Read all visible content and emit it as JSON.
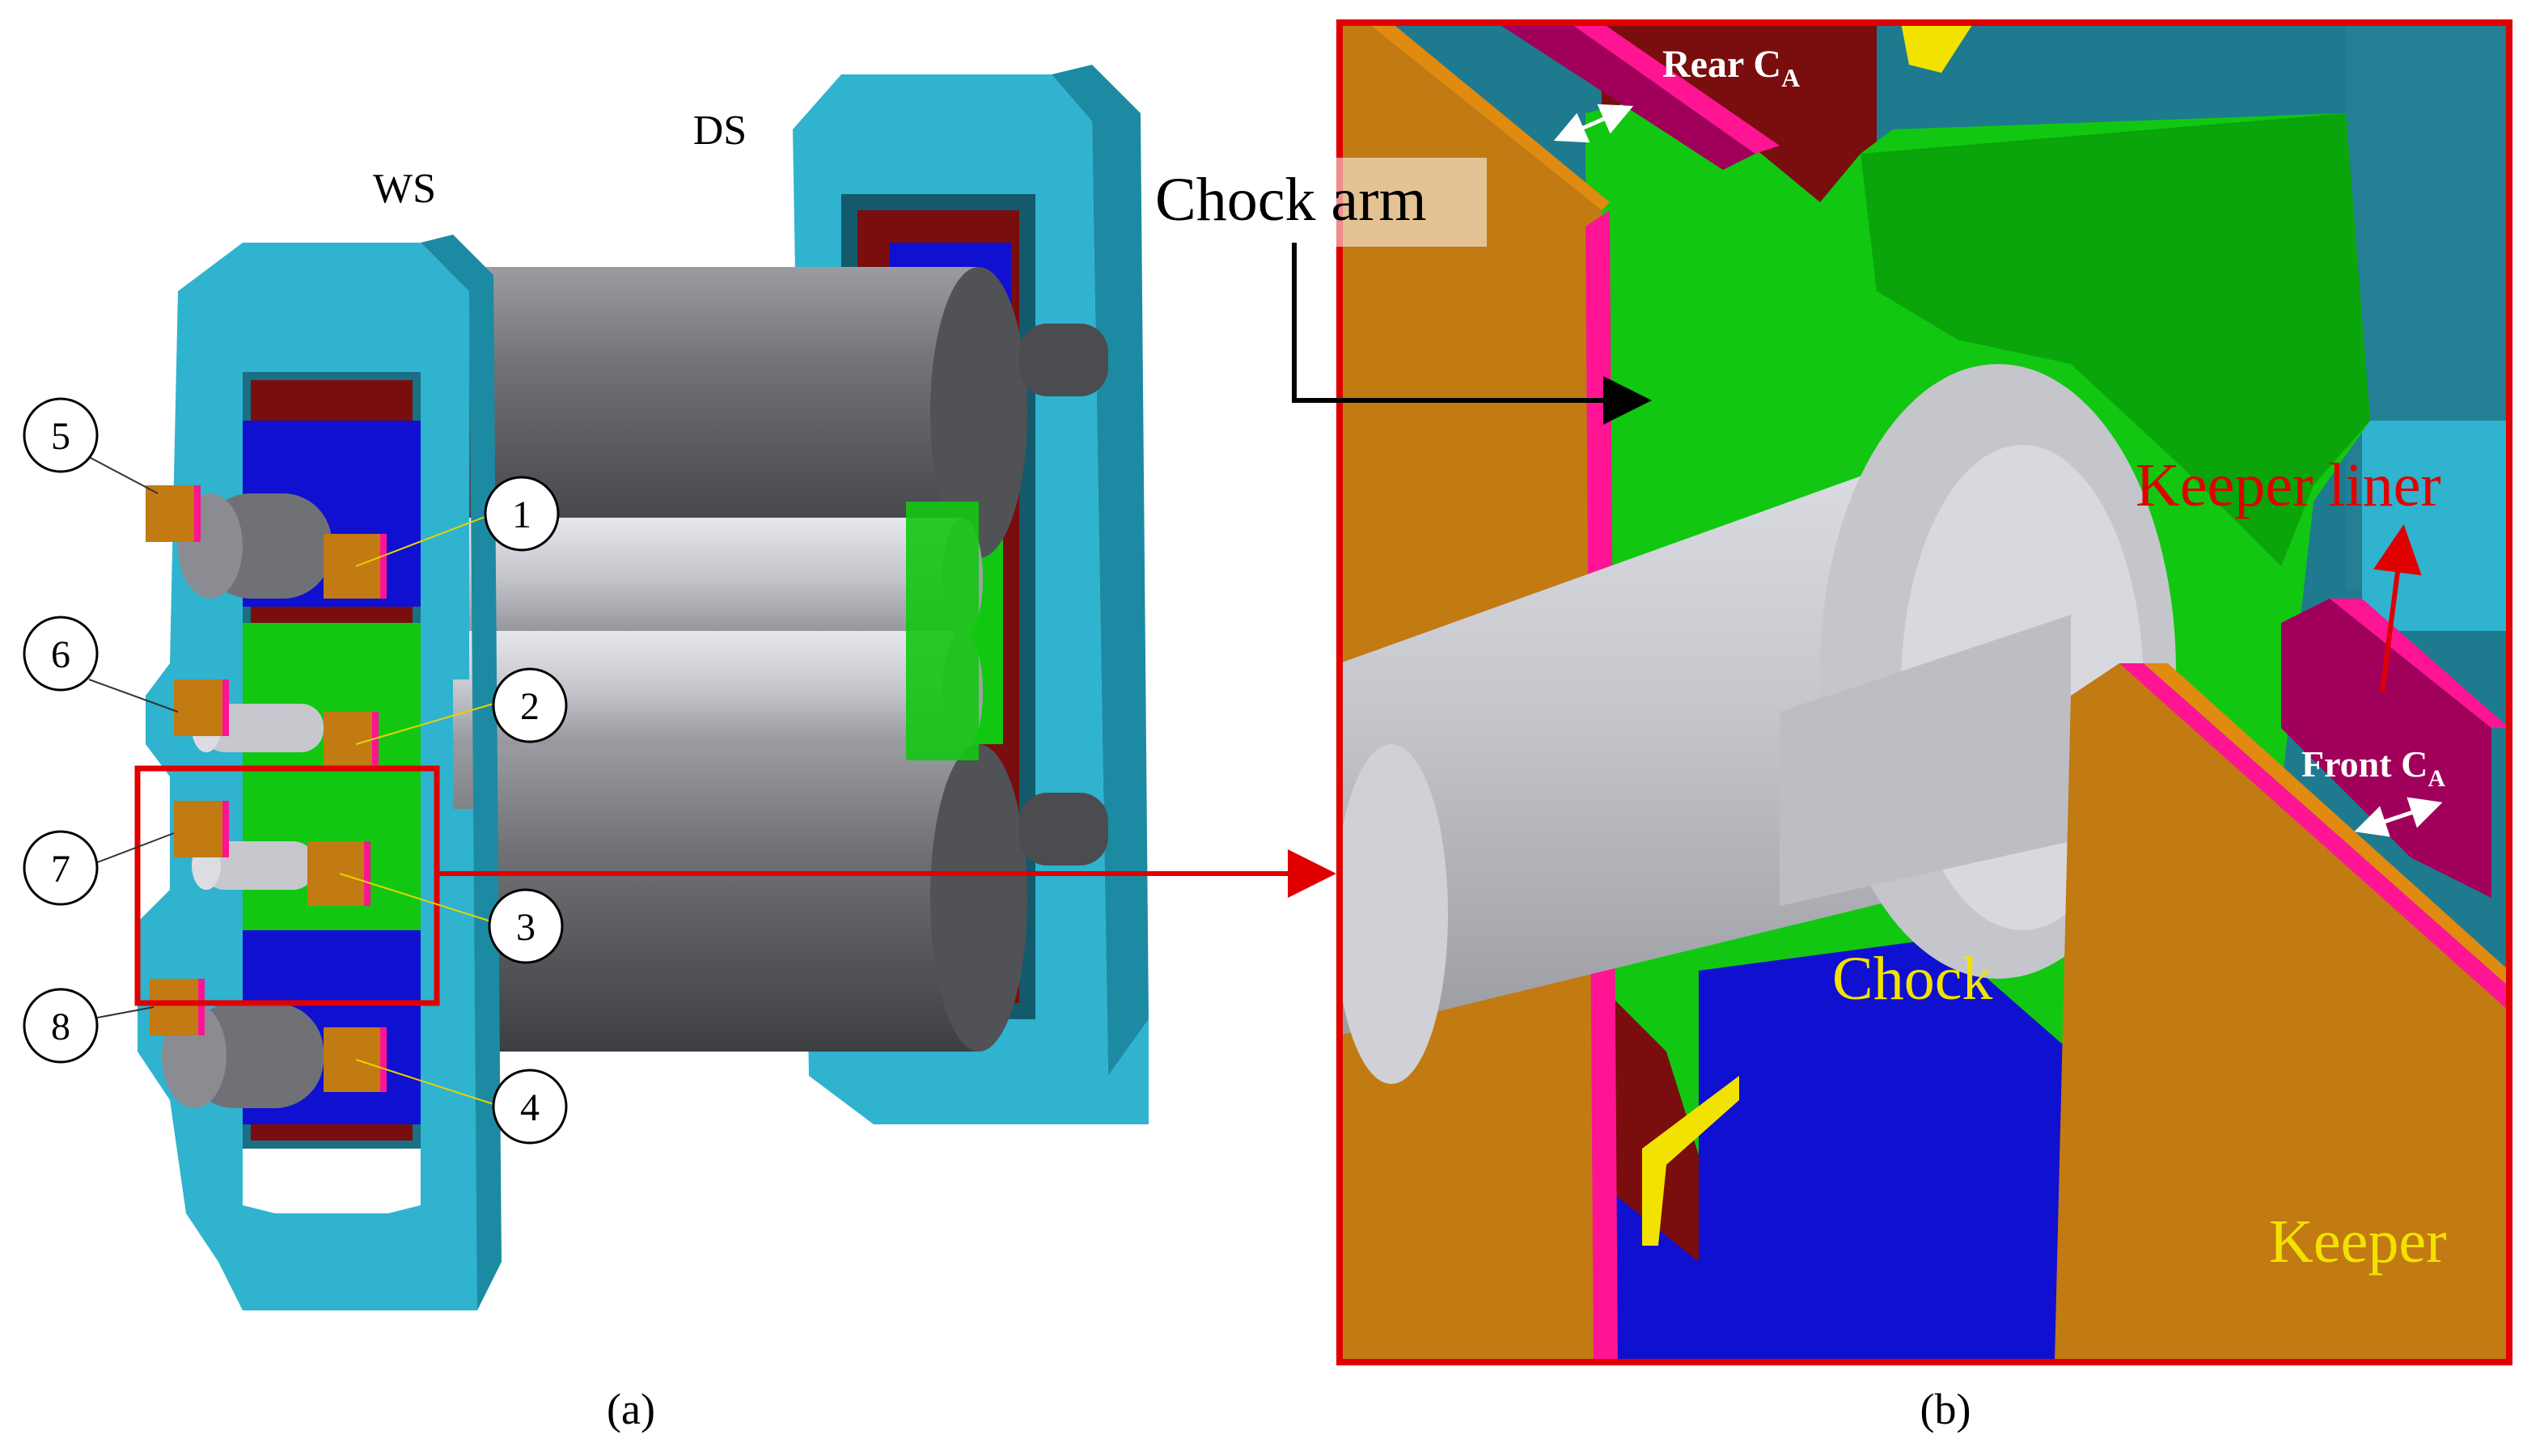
{
  "panel_a": {
    "ws_label": "WS",
    "ds_label": "DS",
    "caption": "(a)",
    "callouts": [
      "1",
      "2",
      "3",
      "4",
      "5",
      "6",
      "7",
      "8"
    ]
  },
  "panel_b": {
    "caption": "(b)",
    "chock_arm": "Chock arm",
    "rear_ca_main": "Rear C",
    "rear_ca_sub": "A",
    "front_ca_main": "Front C",
    "front_ca_sub": "A",
    "keeper_liner": "Keeper liner",
    "chock": "Chock",
    "keeper": "Keeper"
  },
  "colors": {
    "housing": "#2fb3cf",
    "housing_dark": "#1d8aa3",
    "roll": "#5d5f64",
    "roll_light": "#c9cbd1",
    "chock_green": "#12c712",
    "keeper_orange": "#c27a12",
    "liner_pink": "#ff1493",
    "liner_magenta": "#a0005a",
    "bearing_blue": "#1010d0",
    "callout_red": "#e00000",
    "label_yellow": "#f2e200"
  }
}
